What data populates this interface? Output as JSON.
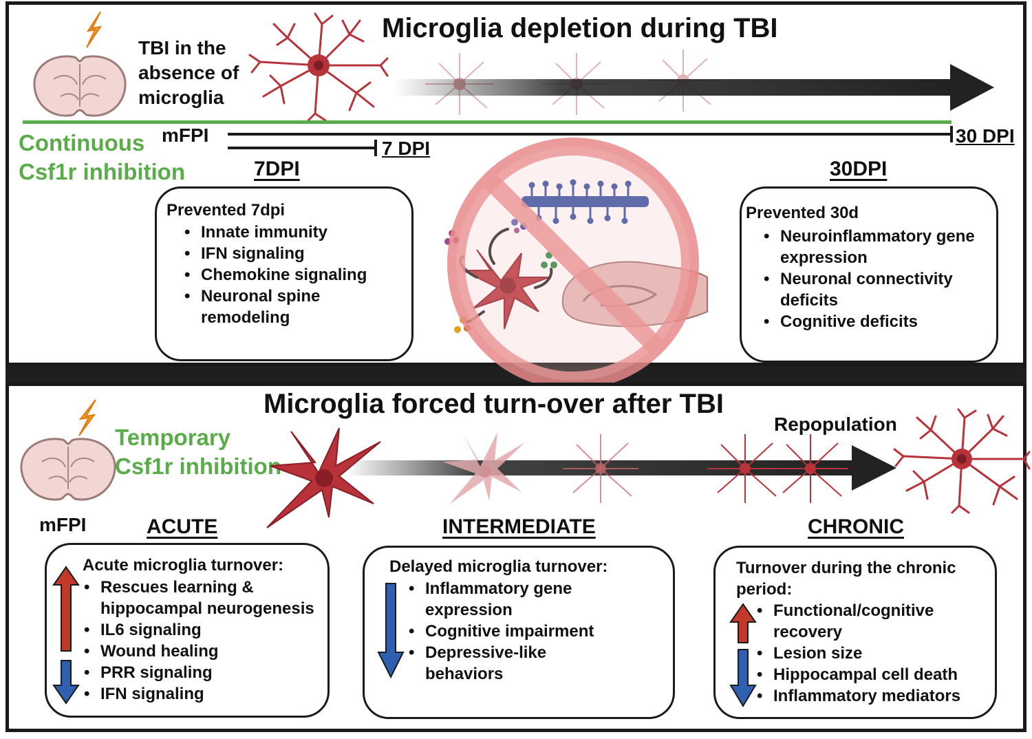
{
  "top": {
    "title": "Microglia depletion during TBI",
    "tbi_label": "TBI in the\nabsence of\nmicroglia",
    "inhibition_label": "Continuous\nCsf1r inhibition",
    "mfpi_label": "mFPI",
    "marker_7": "7 DPI",
    "marker_30": "30 DPI",
    "left_heading": "7DPI",
    "right_heading": "30DPI",
    "left_box": {
      "title": "Prevented 7dpi",
      "items": [
        "Innate immunity",
        "IFN signaling",
        "Chemokine signaling",
        "Neuronal spine\nremodeling"
      ]
    },
    "right_box": {
      "title": "Prevented 30d",
      "items": [
        "Neuroinflammatory gene\nexpression",
        "Neuronal connectivity\ndeficits",
        "Cognitive deficits"
      ]
    }
  },
  "bottom": {
    "title": "Microglia forced turn-over after TBI",
    "inhibition_label": "Temporary\nCsf1r inhibition",
    "mfpi_label": "mFPI",
    "repopulation_label": "Repopulation",
    "headings": {
      "acute": "ACUTE",
      "intermediate": "INTERMEDIATE",
      "chronic": "CHRONIC"
    },
    "acute_box": {
      "title": "Acute microglia turnover:",
      "items": [
        "Rescues learning &\nhippocampal neurogenesis",
        "IL6 signaling",
        "Wound healing",
        "PRR signaling",
        "IFN signaling"
      ]
    },
    "intermediate_box": {
      "title": "Delayed microglia turnover:",
      "items": [
        "Inflammatory gene\nexpression",
        "Cognitive impairment",
        "Depressive-like\nbehaviors"
      ]
    },
    "chronic_box": {
      "title": "Turnover during the chronic\nperiod:",
      "items": [
        "Functional/cognitive\nrecovery",
        "Lesion size",
        "Hippocampal cell death",
        "Inflammatory mediators"
      ]
    }
  },
  "colors": {
    "accent_green": "#5aac4a",
    "up_arrow": "#c0392b",
    "down_arrow": "#2f5fb0",
    "microglia": "#b8323a",
    "lightning": "#f0a030",
    "no_sign": "#e88a8a"
  }
}
